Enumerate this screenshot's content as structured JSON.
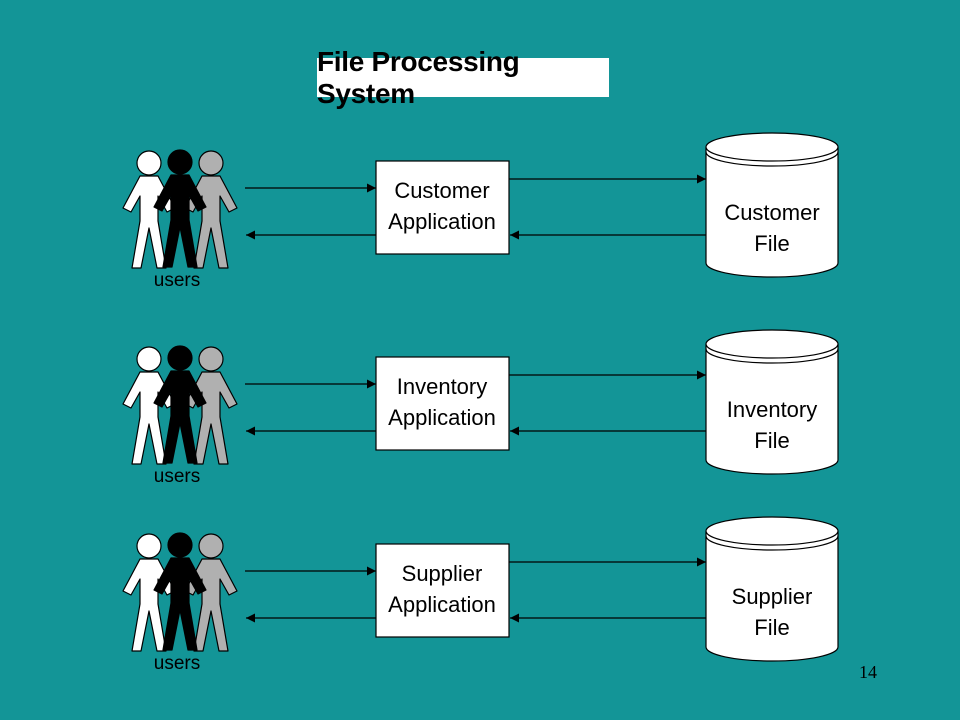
{
  "colors": {
    "background": "#139597",
    "box_fill": "#ffffff",
    "stroke": "#000000",
    "figure_light": "#ffffff",
    "figure_dark": "#000000",
    "figure_gray": "#b0b0b0"
  },
  "slide": {
    "title": "File Processing System",
    "page_number": "14"
  },
  "rows": [
    {
      "users_label": "users",
      "application": {
        "line1": "Customer",
        "line2": "Application"
      },
      "file": {
        "line1": "Customer",
        "line2": "File"
      }
    },
    {
      "users_label": "users",
      "application": {
        "line1": "Inventory",
        "line2": "Application"
      },
      "file": {
        "line1": "Inventory",
        "line2": "File"
      }
    },
    {
      "users_label": "users",
      "application": {
        "line1": "Supplier",
        "line2": "Application"
      },
      "file": {
        "line1": "Supplier",
        "line2": "File"
      }
    }
  ],
  "icons": [
    "users-group-icon",
    "database-cylinder-icon",
    "arrow-right-icon",
    "arrow-left-icon"
  ]
}
